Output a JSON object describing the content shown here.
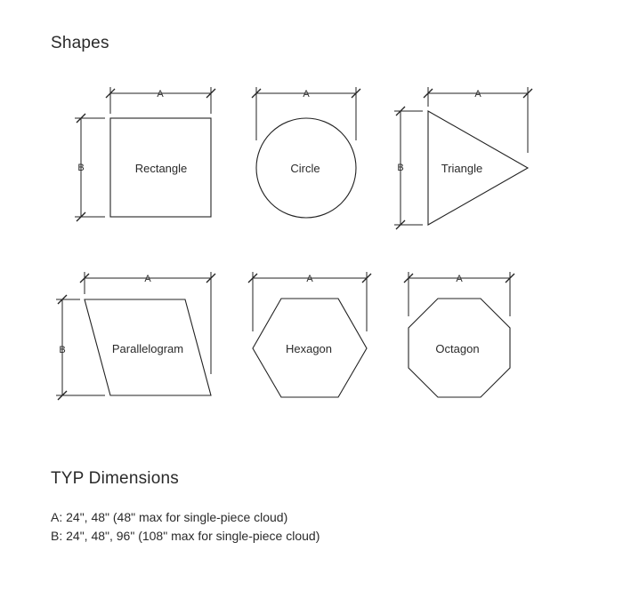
{
  "heading": "Shapes",
  "shapes": [
    {
      "name": "Rectangle",
      "a_label": "A",
      "b_label": "B"
    },
    {
      "name": "Circle",
      "a_label": "A"
    },
    {
      "name": "Triangle",
      "a_label": "A",
      "b_label": "B"
    },
    {
      "name": "Parallelogram",
      "a_label": "A",
      "b_label": "B"
    },
    {
      "name": "Hexagon",
      "a_label": "A"
    },
    {
      "name": "Octagon",
      "a_label": "A"
    }
  ],
  "dimensions": {
    "title": "TYP Dimensions",
    "line_a": "A: 24\", 48\"  (48\" max for single-piece cloud)",
    "line_b": "B: 24\", 48\", 96\"  (108\" max for single-piece cloud)"
  }
}
